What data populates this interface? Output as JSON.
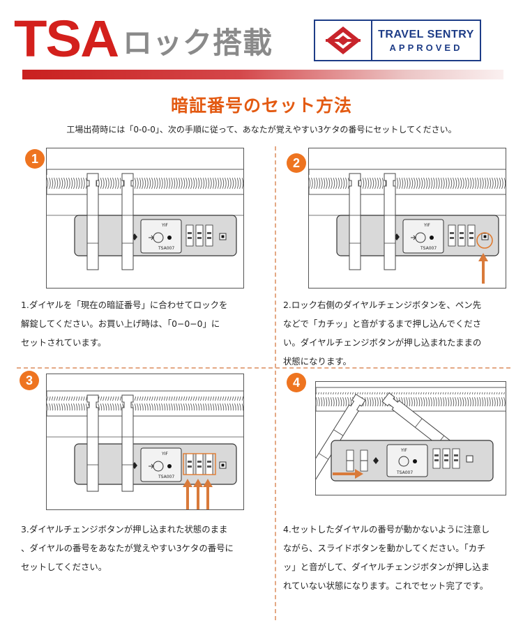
{
  "header": {
    "tsa": "TSA",
    "subtitle": "ロック搭載",
    "badge_line1": "TRAVEL SENTRY",
    "badge_line2": "APPROVED"
  },
  "section": {
    "title": "暗証番号のセット方法",
    "intro": "工場出荷時には「0-0-0」、次の手順に従って、あなたが覚えやすい3ケタの番号にセットしてください。"
  },
  "steps": [
    {
      "number": "1",
      "lock_brand": "YIF",
      "lock_model": "TSA007",
      "lines": [
        "1.ダイヤルを「現在の暗証番号」に合わせてロックを",
        "解錠してください。お買い上げ時は、「0−0−0」に",
        "セットされています。"
      ]
    },
    {
      "number": "2",
      "lock_brand": "YIF",
      "lock_model": "TSA007",
      "lines": [
        "2.ロック右側のダイヤルチェンジボタンを、ペン先",
        "などで「カチッ」と音がするまで押し込んでくださ",
        "い。ダイヤルチェンジボタンが押し込まれたままの",
        "状態になります。"
      ]
    },
    {
      "number": "3",
      "lock_brand": "YIF",
      "lock_model": "TSA007",
      "lines": [
        "3.ダイヤルチェンジボタンが押し込まれた状態のまま",
        "、ダイヤルの番号をあなたが覚えやすい3ケタの番号に",
        "セットしてください。"
      ]
    },
    {
      "number": "4",
      "lock_brand": "YIF",
      "lock_model": "TSA007",
      "lines": [
        "4.セットしたダイヤルの番号が動かないように注意し",
        "ながら、スライドボタンを動かしてください。「カチ",
        "ッ」と音がして、ダイヤルチェンジボタンが押し込ま",
        "れていない状態になります。これでセット完了です。"
      ]
    }
  ],
  "colors": {
    "tsa_red": "#d3201c",
    "accent_orange": "#ee7420",
    "badge_blue": "#1d3c87",
    "title_orange": "#e35a12"
  }
}
